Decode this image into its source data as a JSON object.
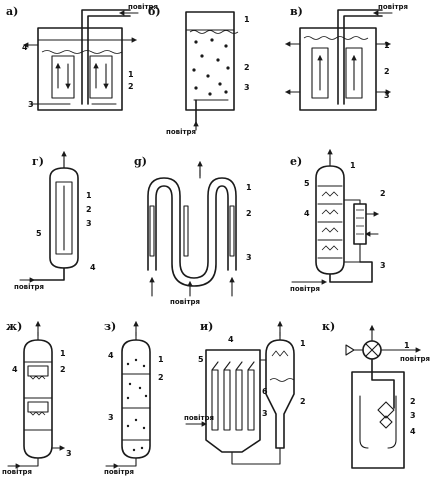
{
  "panels": [
    {
      "id": "a",
      "letter": "а)",
      "labels": [
        "1",
        "2",
        "3",
        "4"
      ],
      "air": [
        "повітря"
      ]
    },
    {
      "id": "b",
      "letter": "б)",
      "labels": [
        "1",
        "2",
        "3"
      ],
      "air": [
        "повітря"
      ]
    },
    {
      "id": "v",
      "letter": "в)",
      "labels": [
        "1",
        "2",
        "3"
      ],
      "air": [
        "повітря"
      ]
    },
    {
      "id": "g",
      "letter": "г)",
      "labels": [
        "1",
        "2",
        "3",
        "4",
        "5"
      ],
      "air": [
        "повітря"
      ]
    },
    {
      "id": "d",
      "letter": "g)",
      "labels": [
        "1",
        "2",
        "3"
      ],
      "air": [
        "повітря"
      ]
    },
    {
      "id": "e",
      "letter": "е)",
      "labels": [
        "1",
        "2",
        "3",
        "4",
        "5"
      ],
      "air": [
        "повітря"
      ]
    },
    {
      "id": "zh",
      "letter": "ж)",
      "labels": [
        "1",
        "2",
        "3",
        "4"
      ],
      "air": [
        "повітря"
      ]
    },
    {
      "id": "z",
      "letter": "з)",
      "labels": [
        "1",
        "2",
        "3",
        "4"
      ],
      "air": [
        "повітря"
      ]
    },
    {
      "id": "i",
      "letter": "и)",
      "labels": [
        "1",
        "2",
        "3",
        "4",
        "5",
        "6"
      ],
      "air": [
        "повітря"
      ]
    },
    {
      "id": "k",
      "letter": "к)",
      "labels": [
        "1",
        "2",
        "3",
        "4"
      ],
      "air": [
        "повітря"
      ]
    }
  ]
}
